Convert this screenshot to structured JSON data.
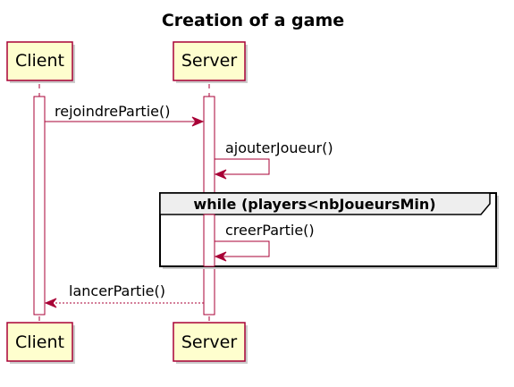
{
  "diagram": {
    "title": "Creation of a game",
    "participants": [
      {
        "id": "client",
        "label": "Client"
      },
      {
        "id": "server",
        "label": "Server"
      }
    ],
    "messages": [
      {
        "from": "client",
        "to": "server",
        "label": "rejoindrePartie()",
        "style": "solid"
      },
      {
        "from": "server",
        "to": "server",
        "label": "ajouterJoueur()",
        "style": "solid"
      },
      {
        "from": "server",
        "to": "server",
        "label": "creerPartie()",
        "style": "solid"
      },
      {
        "from": "server",
        "to": "client",
        "label": "lancerPartie()",
        "style": "dashed"
      }
    ],
    "loop": {
      "label": "while (players<nbJoueursMin)"
    }
  }
}
